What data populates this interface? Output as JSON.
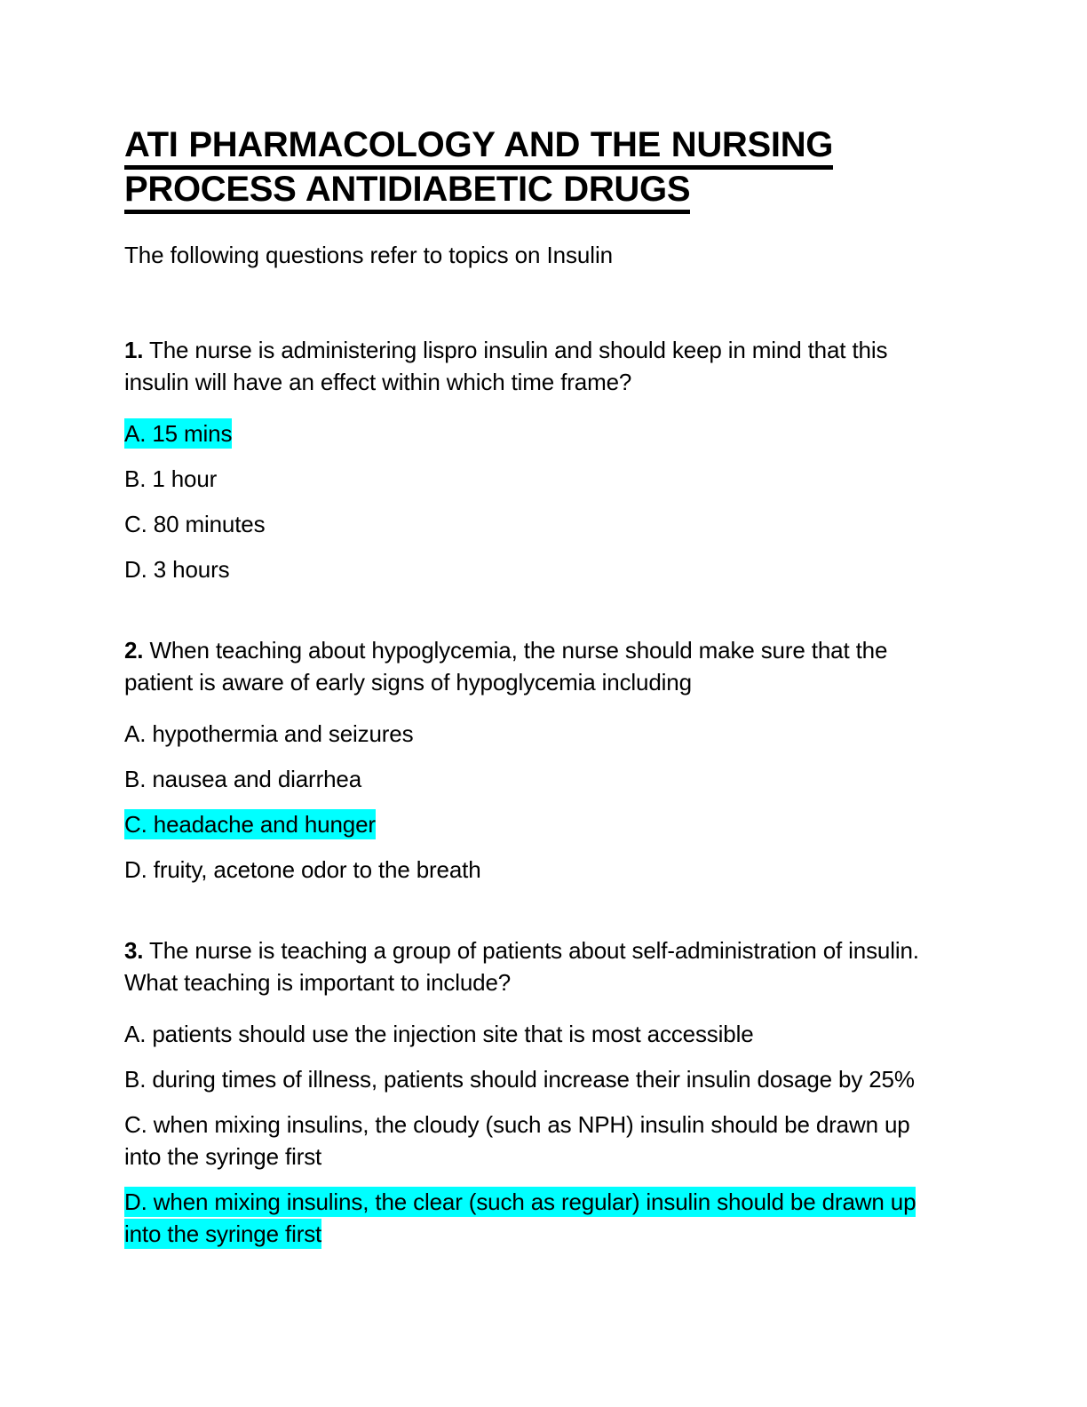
{
  "document": {
    "title_lines": [
      "ATI PHARMACOLOGY AND THE NURSING",
      "PROCESS ANTIDIABETIC DRUGS"
    ],
    "intro": "The following questions refer to topics on Insulin",
    "highlight_color": "#00FFFF",
    "text_color": "#000000",
    "background_color": "#FFFFFF"
  },
  "questions": [
    {
      "number": "1.",
      "stem": "The nurse is administering lispro insulin and should keep in mind that this insulin will have an effect within which time frame?",
      "options": [
        {
          "label": "A.",
          "text": "A. 15 mins",
          "highlighted": true
        },
        {
          "label": "B.",
          "text": "B. 1 hour",
          "highlighted": false
        },
        {
          "label": "C.",
          "text": "C. 80 minutes",
          "highlighted": false
        },
        {
          "label": "D.",
          "text": "D. 3 hours",
          "highlighted": false
        }
      ]
    },
    {
      "number": "2.",
      "stem": "When teaching about hypoglycemia, the nurse should make sure that the patient is aware of early signs of hypoglycemia including",
      "options": [
        {
          "label": "A.",
          "text": "A. hypothermia and seizures",
          "highlighted": false
        },
        {
          "label": "B.",
          "text": "B. nausea and diarrhea",
          "highlighted": false
        },
        {
          "label": "C.",
          "text": "C. headache and hunger",
          "highlighted": true
        },
        {
          "label": "D.",
          "text": "D. fruity, acetone odor to the breath",
          "highlighted": false
        }
      ]
    },
    {
      "number": "3.",
      "stem": "The nurse is teaching a group of patients about self-administration of insulin. What teaching is important to include?",
      "options": [
        {
          "label": "A.",
          "text": "A. patients should use the injection site that is most accessible",
          "highlighted": false
        },
        {
          "label": "B.",
          "text": "B. during times of illness, patients should increase their insulin dosage by 25%",
          "highlighted": false
        },
        {
          "label": "C.",
          "text": "C. when mixing insulins, the cloudy (such as NPH) insulin should be drawn up into the syringe first",
          "highlighted": false
        },
        {
          "label": "D.",
          "text": "D. when mixing insulins, the clear (such as regular) insulin should be drawn up into the syringe first",
          "highlighted": true
        }
      ]
    }
  ]
}
